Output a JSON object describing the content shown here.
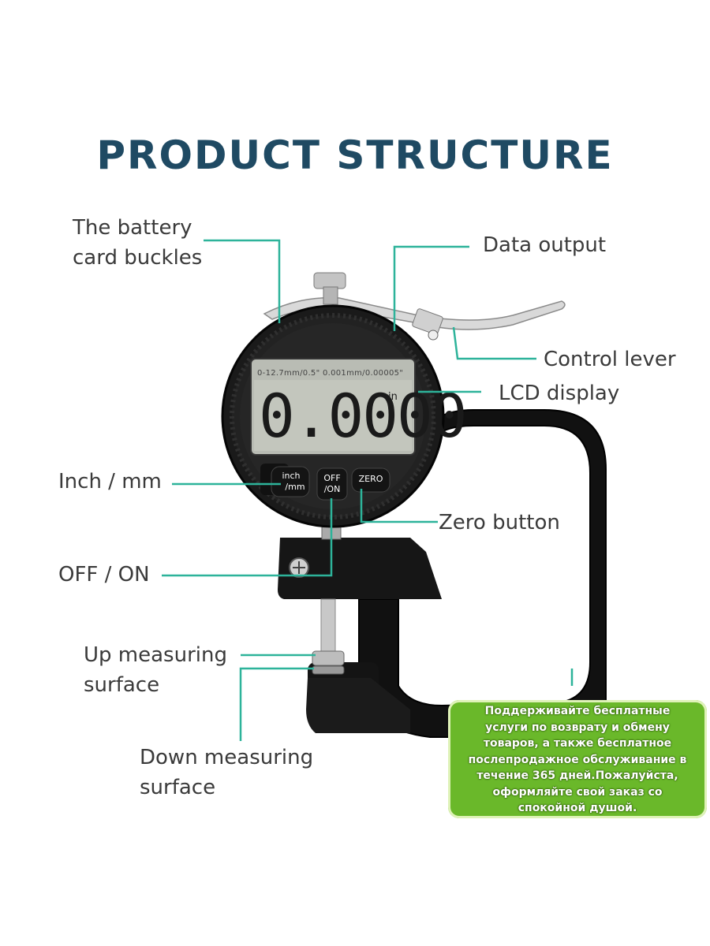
{
  "title": "PRODUCT STRUCTURE",
  "labels": {
    "battery_line1": "The battery",
    "battery_line2": "card buckles",
    "data_output": "Data output",
    "control_lever": "Control lever",
    "lcd_display": "LCD display",
    "inch_mm": "Inch / mm",
    "zero_button": "Zero button",
    "off_on": "OFF / ON",
    "up_line1": "Up measuring",
    "up_line2": "surface",
    "down_line1": "Down measuring",
    "down_line2": "surface"
  },
  "display": {
    "top_text": "0-12.7mm/0.5\"   0.001mm/0.00005\"",
    "reading": "0.0000",
    "unit": "in"
  },
  "buttons": {
    "inch_mm_line1": "inch",
    "inch_mm_line2": "/mm",
    "off_on_line1": "OFF",
    "off_on_line2": "/ON",
    "zero": "ZERO"
  },
  "promo": {
    "lines": [
      "Поддерживайте бесплатные",
      "услуги по возврату и обмену",
      "товаров, а также бесплатное",
      "послепродажное обслуживание в",
      "течение 365 дней.Пожалуйста,",
      "оформляйте свой заказ со",
      "спокойной душой."
    ]
  },
  "colors": {
    "title": "#1f4a63",
    "leader_lines": "#2db39a",
    "promo_bg": "#6ab82a"
  }
}
